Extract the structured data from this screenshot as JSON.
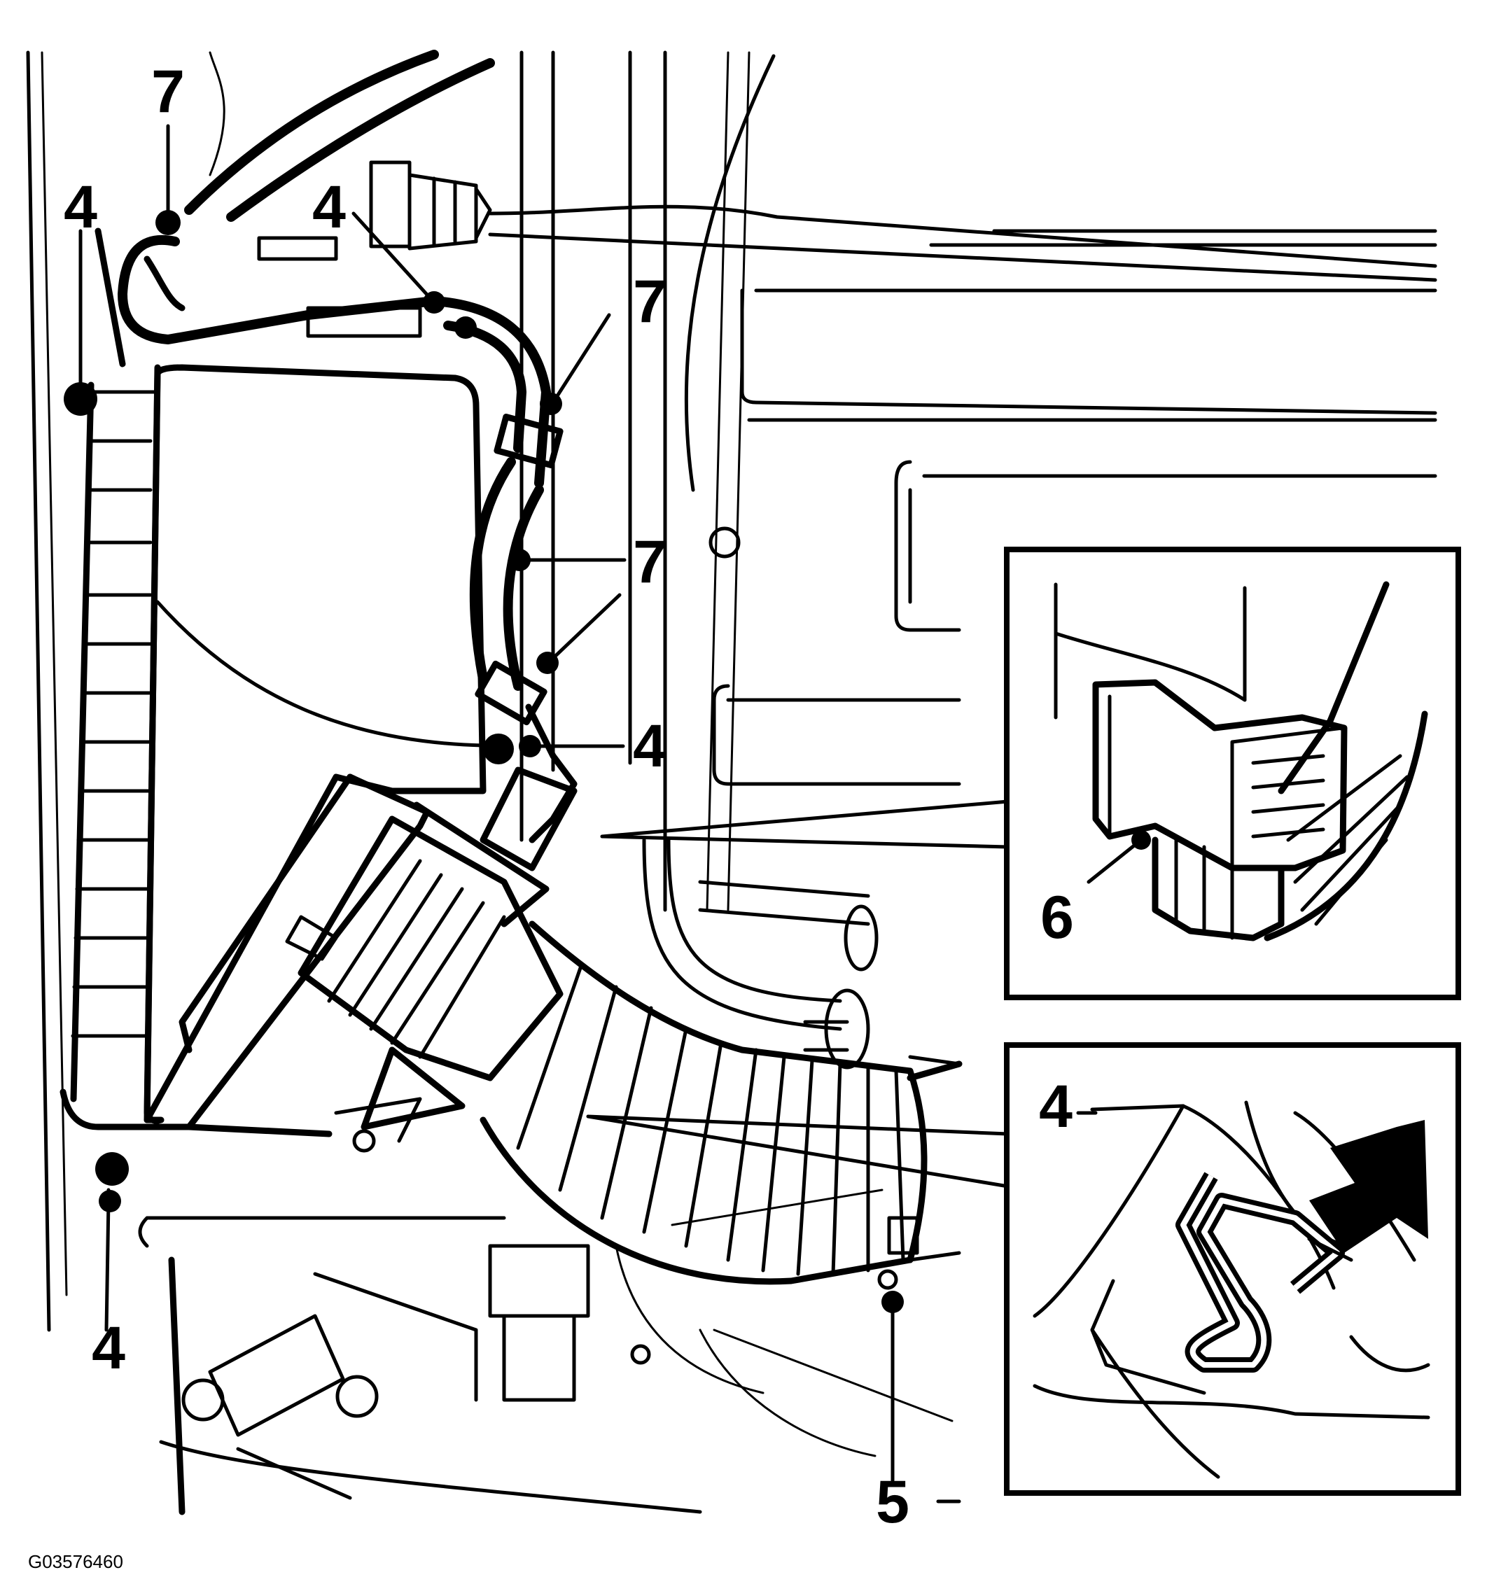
{
  "figure_id": "G03576460",
  "callouts": {
    "c7_top": "7",
    "c4_top_left": "4",
    "c4_top_mid": "4",
    "c7_right_upper": "7",
    "c7_right_mid": "7",
    "c4_right_mid": "4",
    "c6_inset": "6",
    "c4_inset": "4",
    "c4_bottom_left": "4",
    "c5_bottom": "5"
  }
}
